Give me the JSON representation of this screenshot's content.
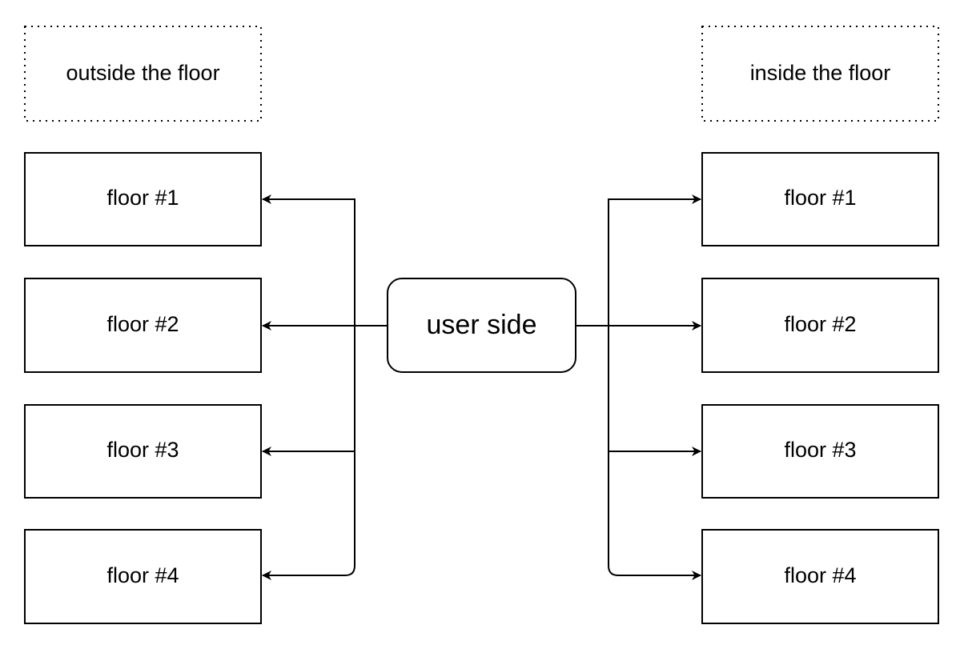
{
  "diagram": {
    "colors": {
      "stroke": "#000000",
      "fill": "#ffffff",
      "text": "#000000"
    },
    "hub": {
      "label": "user side"
    },
    "outside": {
      "header": "outside the floor",
      "floors": [
        "floor #1",
        "floor #2",
        "floor #3",
        "floor #4"
      ]
    },
    "inside": {
      "header": "inside the floor",
      "floors": [
        "floor #1",
        "floor #2",
        "floor #3",
        "floor #4"
      ]
    }
  }
}
